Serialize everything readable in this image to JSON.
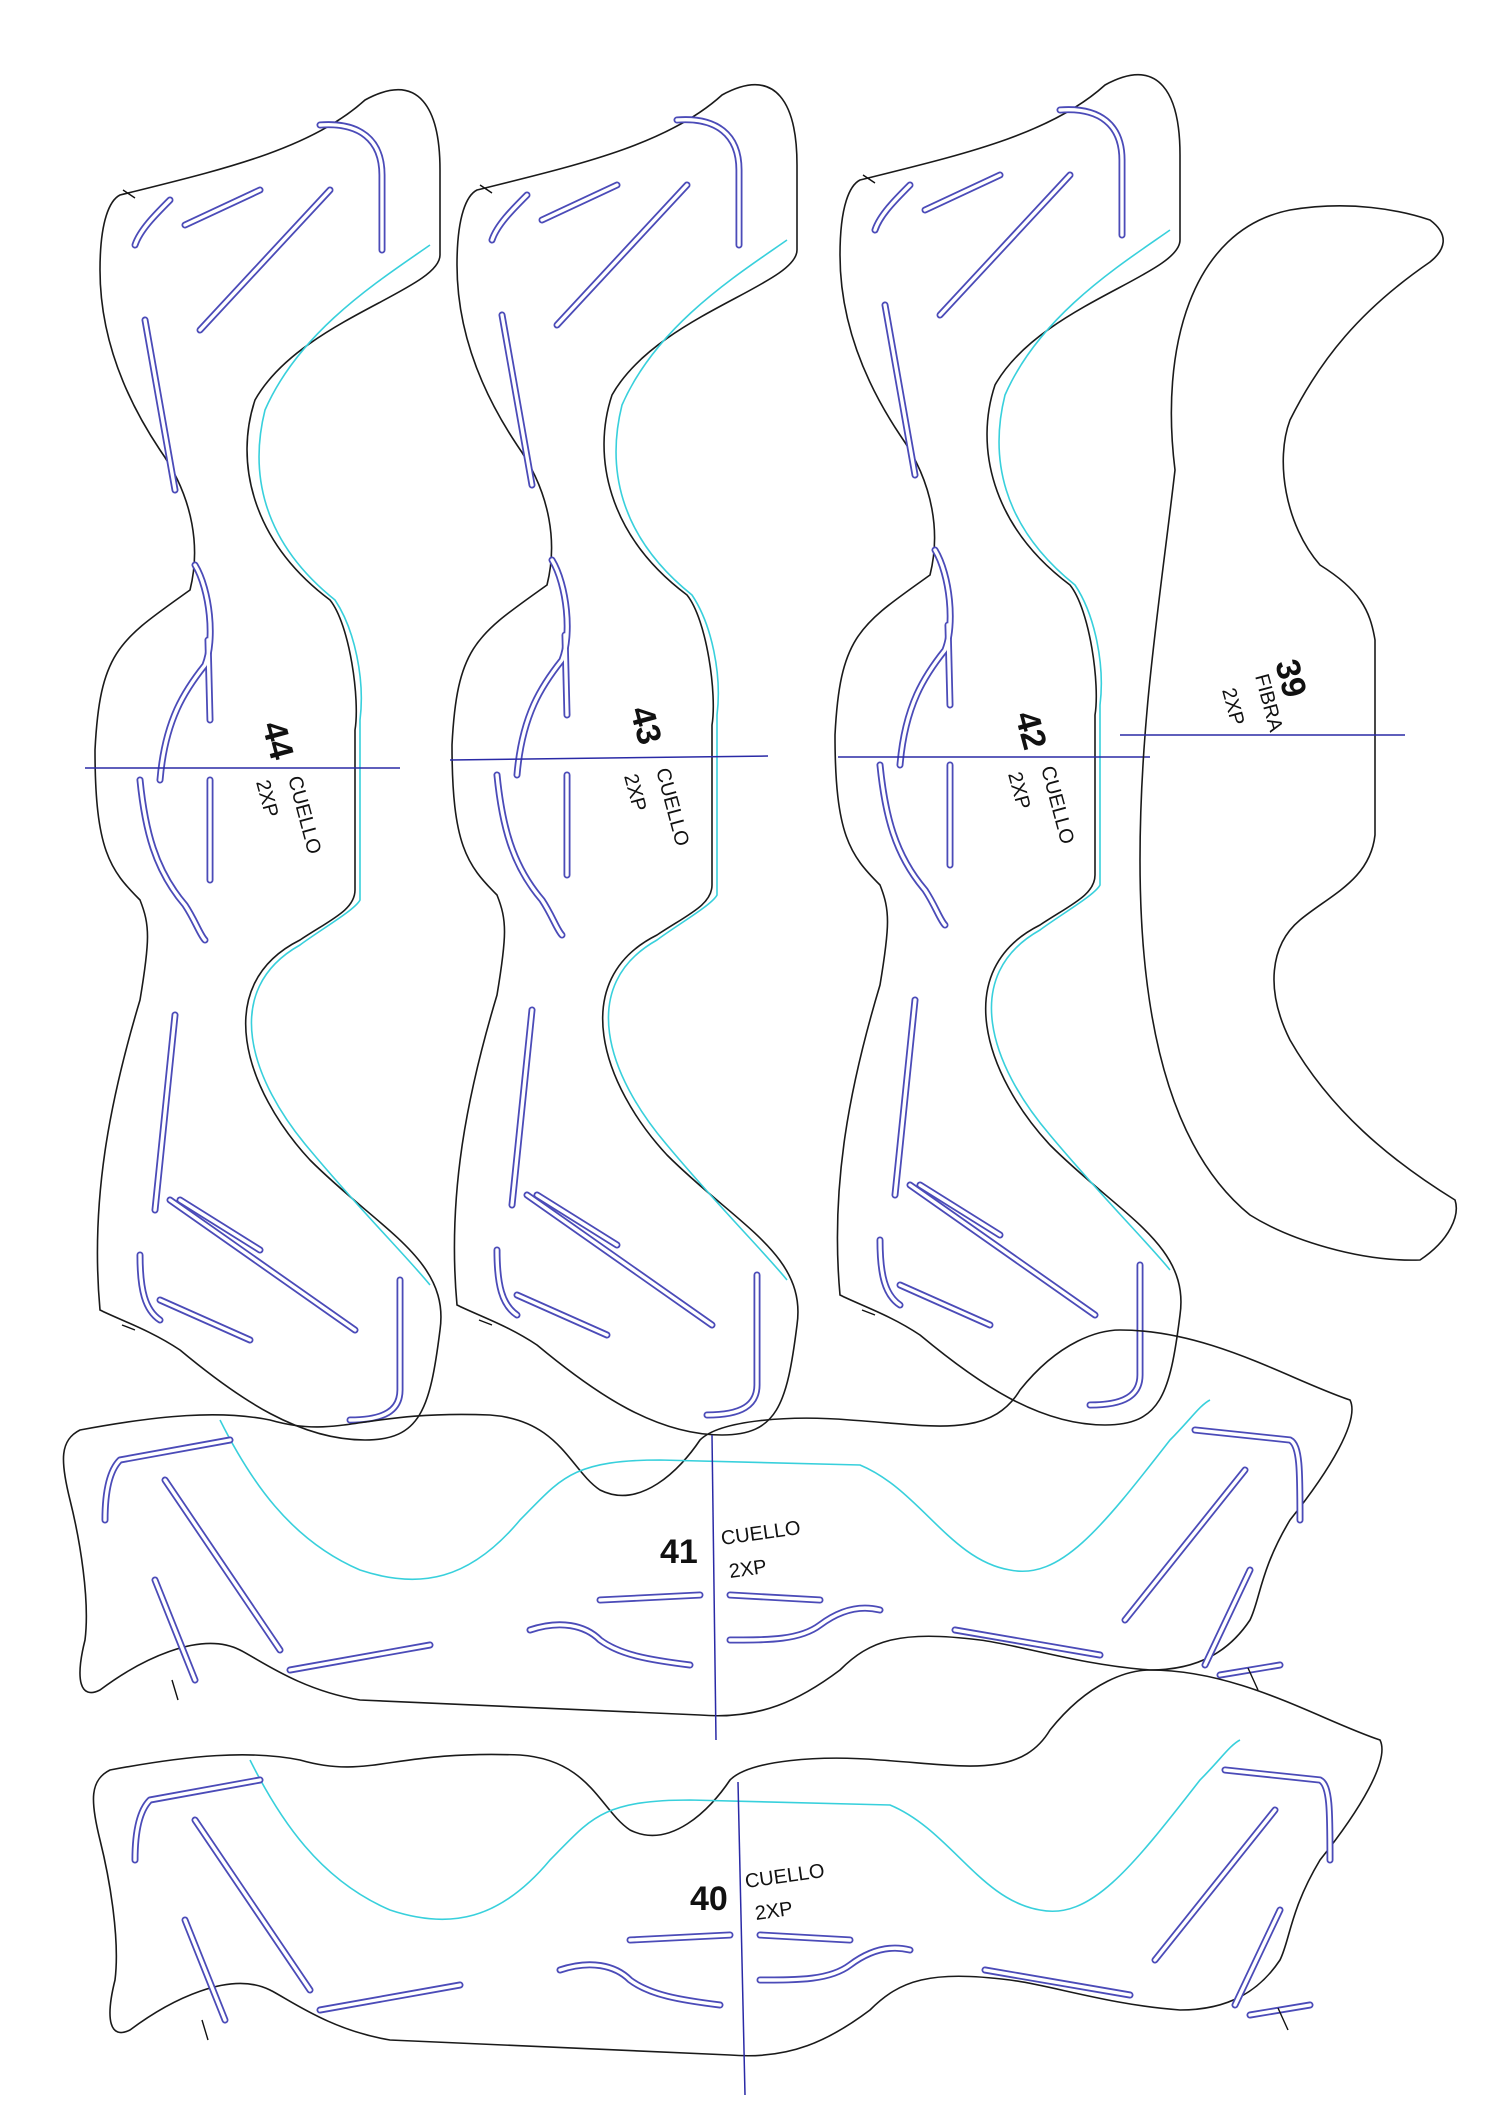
{
  "pieces": [
    {
      "id": "piece-44",
      "number": "44",
      "name": "CUELLO",
      "qty": "2XP"
    },
    {
      "id": "piece-43",
      "number": "43",
      "name": "CUELLO",
      "qty": "2XP"
    },
    {
      "id": "piece-42",
      "number": "42",
      "name": "CUELLO",
      "qty": "2XP"
    },
    {
      "id": "piece-39",
      "number": "39",
      "name": "FIBRA",
      "qty": "2XP"
    },
    {
      "id": "piece-41",
      "number": "41",
      "name": "CUELLO",
      "qty": "2XP"
    },
    {
      "id": "piece-40",
      "number": "40",
      "name": "CUELLO",
      "qty": "2XP"
    }
  ],
  "colors": {
    "outline": "#1a1a1a",
    "seam_line": "#38d0dc",
    "slot": "#4b4bb8",
    "grain_line": "#2a2aa6"
  }
}
